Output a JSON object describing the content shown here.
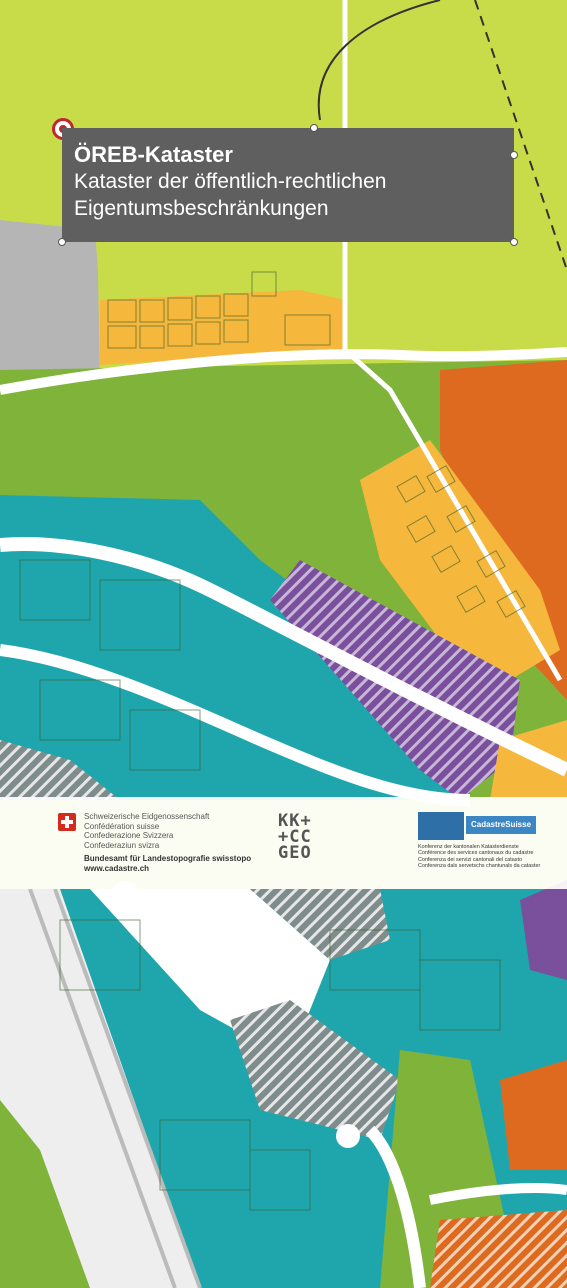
{
  "title": {
    "main": "ÖREB-Kataster",
    "sub_line1": "Kataster der öffentlich-rechtlichen",
    "sub_line2": "Eigentumsbeschränkungen"
  },
  "logos": {
    "swiss_confederation": {
      "line1": "Schweizerische Eidgenossenschaft",
      "line2": "Confédération suisse",
      "line3": "Confederazione Svizzera",
      "line4": "Confederaziun svizra",
      "office": "Bundesamt für Landestopografie swisstopo",
      "url": "www.cadastre.ch"
    },
    "kkgeo": {
      "row1": "KK+",
      "row2": "+CC",
      "row3": "GEO"
    },
    "cadastresuisse": {
      "name": "CadastreSuisse",
      "line1": "Konferenz der kantonalen Katasterdienste",
      "line2": "Conférence des services cantonaux du cadastre",
      "line3": "Conferenza dei servizi cantonali del catasto",
      "line4": "Conferenza dals servetschs chantunals da cataster"
    }
  },
  "colors": {
    "residential_light_green": "#c8dc4a",
    "agriculture_green": "#7fb33a",
    "industrial_teal": "#1fa6ad",
    "residential_yellow": "#f5b83d",
    "commercial_orange": "#dd6a1f",
    "public_purple": "#7a4f9c",
    "railway_grey": "#b5b5b5",
    "marker_red": "#c0262d",
    "title_box": "#5f5f5f"
  }
}
